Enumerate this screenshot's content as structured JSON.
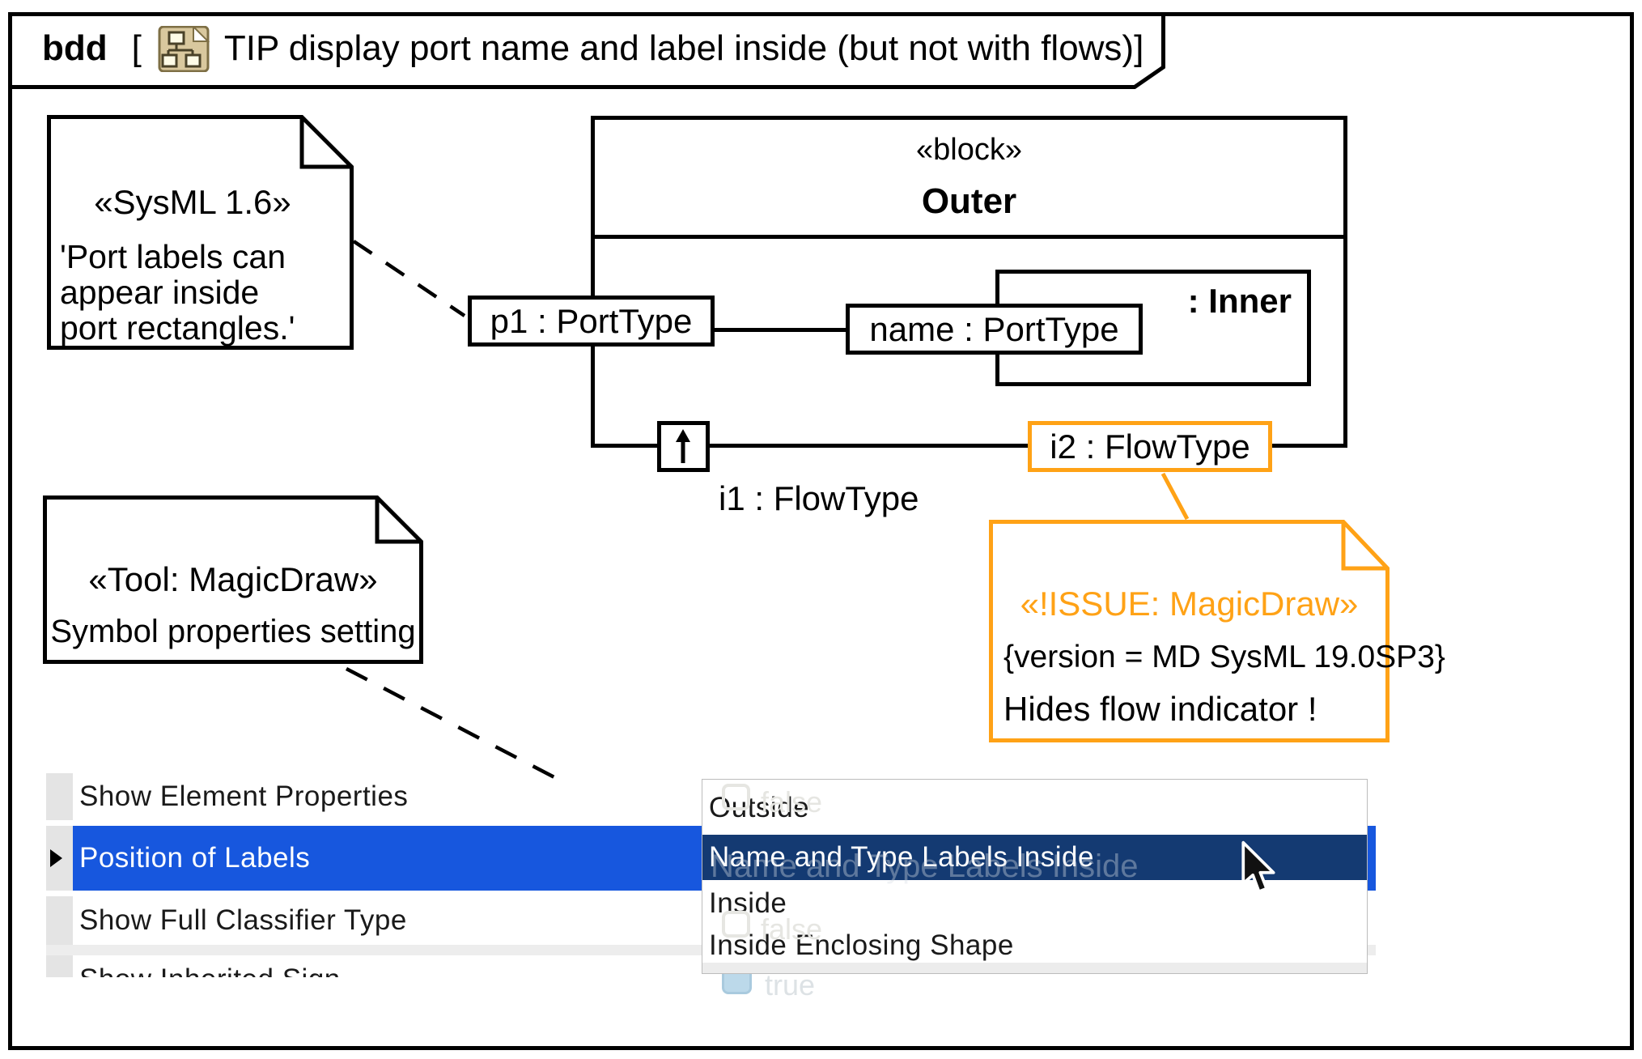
{
  "frame": {
    "keyword": "bdd",
    "bracket": "[",
    "title": "TIP display port name and label inside (but not with flows)]"
  },
  "diagram": {
    "block": {
      "stereotype": "«block»",
      "name": "Outer"
    },
    "inner_part": {
      "label": ": Inner"
    },
    "ports": {
      "p1": "p1 : PortType",
      "name_port": "name : PortType",
      "i1": "i1 : FlowType",
      "i2": "i2 : FlowType"
    }
  },
  "notes": {
    "sysml": {
      "stereotype": "«SysML 1.6»",
      "line1": "'Port labels can",
      "line2": "appear inside",
      "line3": "port rectangles.'"
    },
    "tool": {
      "stereotype": "«Tool: MagicDraw»",
      "body": "Symbol properties setting"
    },
    "issue": {
      "stereotype": "«!ISSUE: MagicDraw»",
      "constraint": "{version = MD SysML 19.0SP3}",
      "body": "Hides flow indicator !"
    }
  },
  "menu": {
    "items": [
      {
        "label": "Show Element Properties"
      },
      {
        "label": "Position of Labels",
        "selected": true
      },
      {
        "label": "Show Full Classifier Type"
      },
      {
        "label": "Show Inherited Sign"
      }
    ]
  },
  "dropdown": {
    "options": [
      {
        "label": "Outside"
      },
      {
        "label": "Name and Type Labels Inside",
        "selected": true
      },
      {
        "label": "Inside"
      },
      {
        "label": "Inside Enclosing Shape"
      }
    ]
  },
  "ghost_values": {
    "false1": "false",
    "false2": "false",
    "true1": "true"
  },
  "icons": {
    "tab_icon": "bdd-diagram-icon",
    "flow_arrow": "up-arrow-icon",
    "expander": "right-triangle-icon",
    "cursor": "mac-arrow-cursor"
  },
  "colors": {
    "issue_orange": "#FFA216",
    "selection_blue": "#1757DE",
    "selection_navy": "#143A72",
    "note_fill": "#FFFFFF",
    "line_black": "#000000"
  }
}
